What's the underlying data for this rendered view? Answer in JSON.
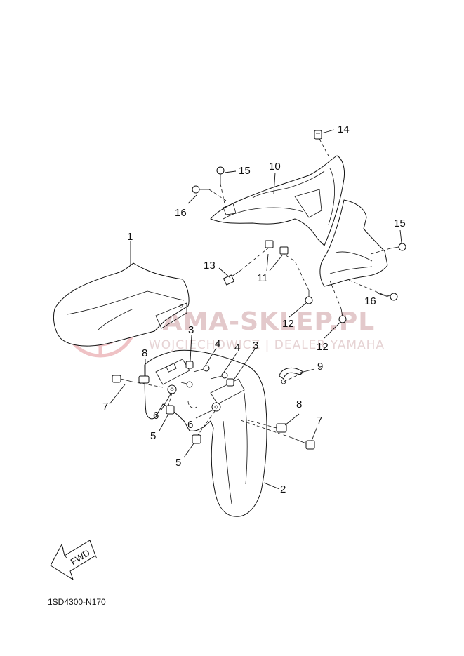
{
  "diagram": {
    "drawing_code": "1SD4300-N170",
    "fwd_label": "FWD",
    "watermark": {
      "main": "YAMA-SKLEP.PL",
      "sub": "WOJCIECHOWICZ | DEALER YAMAHA"
    },
    "callouts": [
      "1",
      "2",
      "3",
      "3",
      "4",
      "4",
      "5",
      "5",
      "6",
      "6",
      "7",
      "7",
      "8",
      "8",
      "9",
      "10",
      "11",
      "12",
      "12",
      "13",
      "14",
      "15",
      "15",
      "16",
      "16"
    ]
  }
}
